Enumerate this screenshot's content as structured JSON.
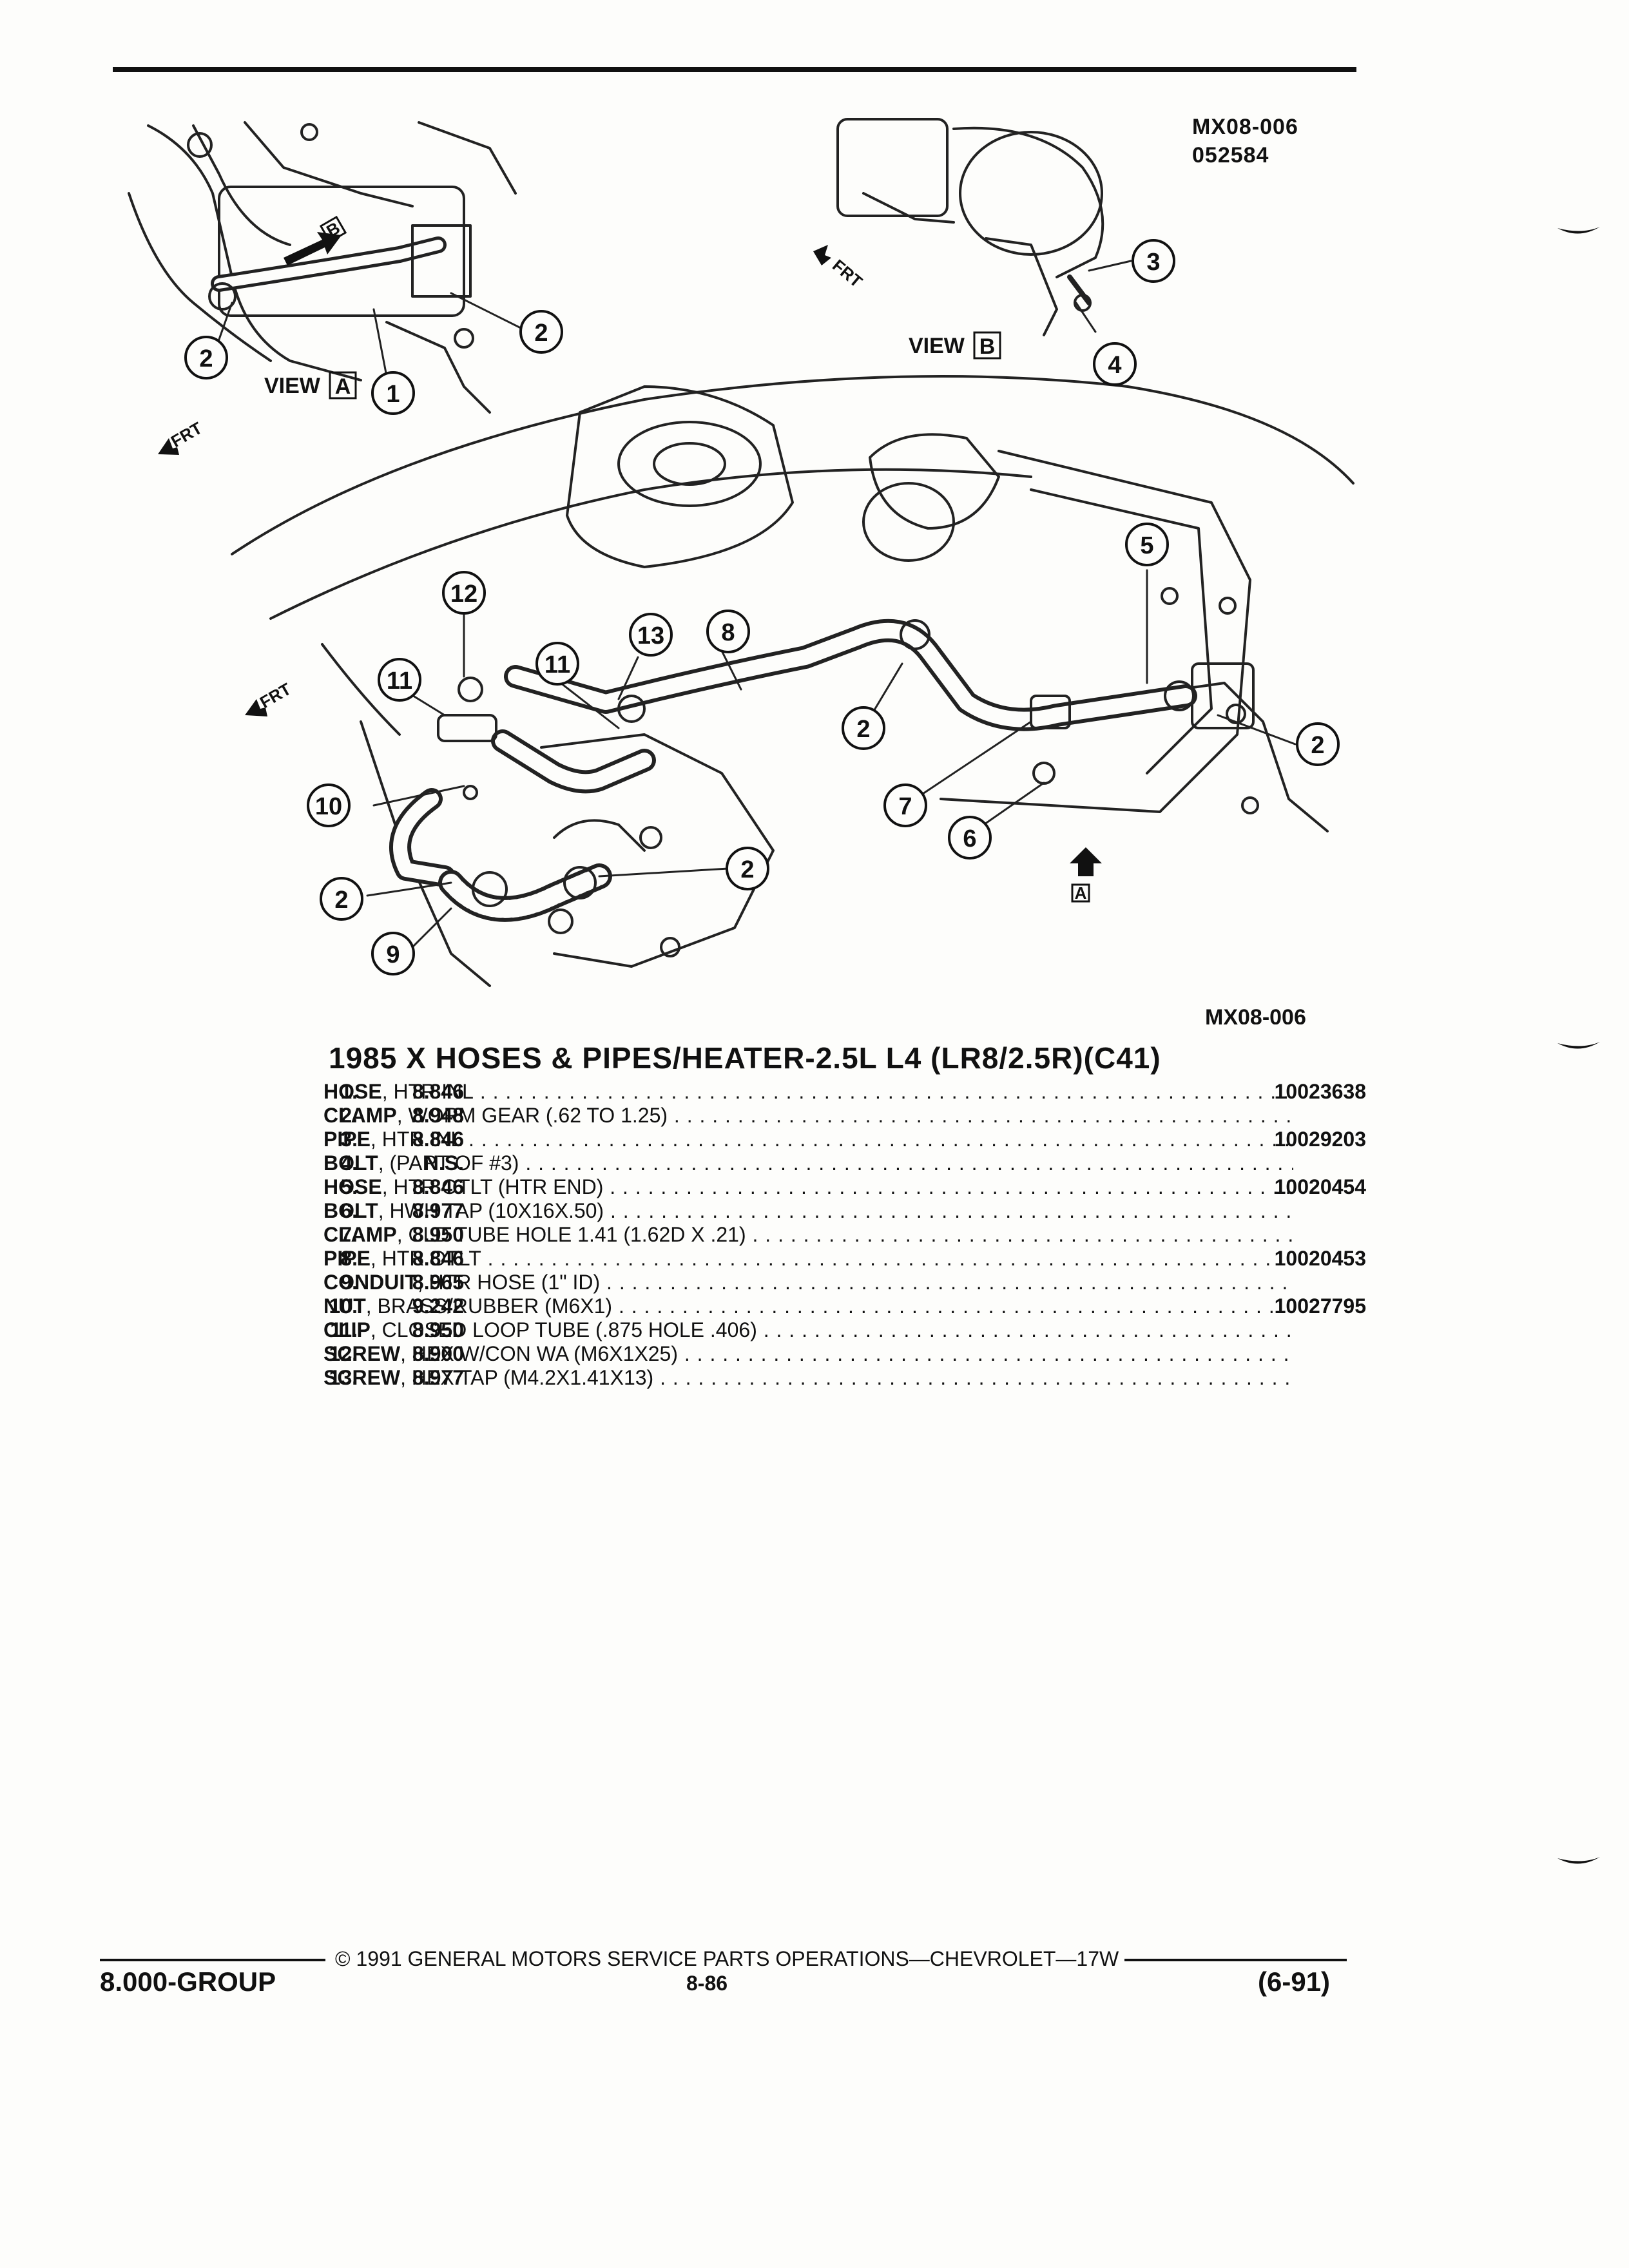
{
  "header": {
    "figure_code": "MX08-006",
    "figure_date": "052584"
  },
  "diagram": {
    "view_a_label": "VIEW",
    "view_a_letter": "A",
    "view_b_label": "VIEW",
    "view_b_letter": "B",
    "frt_label": "FRT",
    "bottom_code": "MX08-006",
    "callouts": [
      "1",
      "2",
      "3",
      "4",
      "5",
      "6",
      "7",
      "8",
      "9",
      "10",
      "11",
      "12",
      "13"
    ]
  },
  "title": "1985 X HOSES & PIPES/HEATER-2.5L L4 (LR8/2.5R)(C41)",
  "parts": [
    {
      "num": "1.",
      "group": "8.846",
      "name": "HOSE",
      "desc": ", HTR INL",
      "pn": "10023638"
    },
    {
      "num": "2.",
      "group": "8.948",
      "name": "CLAMP",
      "desc": ", WORM GEAR (.62 TO 1.25)",
      "pn": ""
    },
    {
      "num": "3.",
      "group": "8.846",
      "name": "PIPE",
      "desc": ", HTR INL",
      "pn": "10029203"
    },
    {
      "num": "4.",
      "group": "N.S.",
      "name": "BOLT",
      "desc": ", (PART OF #3)",
      "pn": ""
    },
    {
      "num": "5.",
      "group": "8.846",
      "name": "HOSE",
      "desc": ", HTR OTLT (HTR END)",
      "pn": "10020454"
    },
    {
      "num": "6.",
      "group": "8.977",
      "name": "BOLT",
      "desc": ", HWH TAP (10X16X.50)",
      "pn": ""
    },
    {
      "num": "7.",
      "group": "8.950",
      "name": "CLAMP",
      "desc": ", CLD TUBE HOLE 1.41 (1.62D X .21)",
      "pn": ""
    },
    {
      "num": "8.",
      "group": "8.846",
      "name": "PIPE",
      "desc": ", HTR OTLT",
      "pn": "10020453"
    },
    {
      "num": "9.",
      "group": "8.965",
      "name": "CONDUIT",
      "desc": ", HTR HOSE (1\" ID)",
      "pn": ""
    },
    {
      "num": "10.",
      "group": "9.242",
      "name": "NUT",
      "desc": ", BRASS/RUBBER (M6X1)",
      "pn": "10027795"
    },
    {
      "num": "11.",
      "group": "8.950",
      "name": "CLIP",
      "desc": ", CLOSED LOOP TUBE (.875 HOLE .406)",
      "pn": ""
    },
    {
      "num": "12.",
      "group": "8.900",
      "name": "SCREW",
      "desc": ", HEX W/CON WA (M6X1X25)",
      "pn": ""
    },
    {
      "num": "13.",
      "group": "8.977",
      "name": "SCREW",
      "desc": ", HEX TAP (M4.2X1.41X13)",
      "pn": ""
    }
  ],
  "footer": {
    "copyright": "© 1991 GENERAL MOTORS SERVICE PARTS OPERATIONS—CHEVROLET—17W",
    "group": "8.000-GROUP",
    "page": "8-86",
    "revision": "(6-91)"
  }
}
